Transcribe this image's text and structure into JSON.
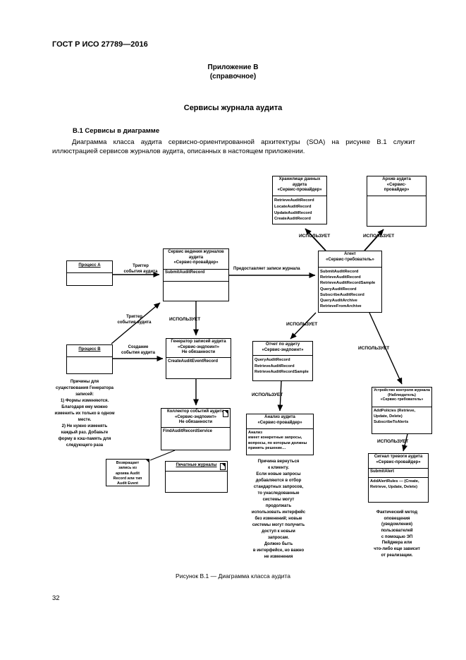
{
  "page": {
    "doc_code": "ГОСТ Р ИСО 27789—2016",
    "annex_heading": "Приложение В",
    "annex_type": "(справочное)",
    "title": "Сервисы журнала аудита",
    "section_heading": "В.1 Сервисы в диаграмме",
    "body_paragraph": "Диаграмма класса аудита сервисно-ориентированной архитектуры (SOA) на рисунке В.1 служит иллюстрацией сервисов журналов аудита, описанных в настоящем приложении.",
    "figure_caption": "Рисунок В.1 — Диаграмма класса аудита",
    "page_number": "32"
  },
  "diagram": {
    "labels": {
      "uses": "ИСПОЛЬЗУЕТ",
      "trigger_event": "Триггер\nсобытия аудита",
      "provides_records": "Предоставляет записи журнала",
      "create_event": "Создание\nсобытия аудита"
    },
    "boxes": {
      "repository": {
        "name": "Хранилище данных аудита",
        "stereotype": "«Сервис-провайдер»",
        "ops": "RetrieveAuditRecord\nLocateAuditRecord\nUpdateAuditRecord\nCreateAuditRecord"
      },
      "archive": {
        "name": "Архив аудита",
        "stereotype": "«Сервис-\nпровайдер»"
      },
      "log_service": {
        "name": "Сервис ведения журналов аудита",
        "stereotype": "«Сервис-провайдер»",
        "ops": "SubmitAuditRecord"
      },
      "agent": {
        "name": "Агент",
        "stereotype": "«Сервис-требователь»",
        "ops": "SubmitAuditRecord\nRetrieveAuditRecord\nRetrieveAuditRecordSample\nQueryAuditRecord\nSubscribeAuditRecord\nQueryAuditArchive\nRetrieveFromArchive"
      },
      "process_a": {
        "name": "Процесс А"
      },
      "process_b": {
        "name": "Процесс В"
      },
      "generator": {
        "name": "Генератор записей аудита",
        "stereotype": "«Сервис-эндпоинт»",
        "obligation": "Не обязанности",
        "ops": "CreateAuditEventRecord"
      },
      "report": {
        "name": "Отчет по аудиту",
        "stereotype": "«Сервис-эндпоинт»",
        "ops": "QueryAuditRecord\nRetrieveAuditRecord\nRetrieveAuditRecordSample"
      },
      "collector": {
        "name": "Коллектор событий аудита",
        "stereotype": "«Сервис-эндпоинт»",
        "obligation": "Не обязанности",
        "ops": "FindAuditRecordService"
      },
      "analysis": {
        "name": "Анализ аудита",
        "stereotype": "«Сервис-провайдер»",
        "ops": "Анализ\nимеет конкретные запросы,\nвопросы, по которым должны\nпринять решение…"
      },
      "monitor": {
        "name": "Устройство контроля журнала",
        "subtitle": "(Наблюдатель)",
        "stereotype": "«Сервис-требователь»",
        "ops": "AddPolicies (Retrieve,\nUpdate, Delete)\nSubscribeToAlerts"
      },
      "alert": {
        "name": "Сигнал тревоги аудита",
        "stereotype": "«Сервис-провайдер»",
        "ops_primary": "SubmitAlert",
        "ops_secondary": "AddAlertRules — (Create,\nRetrieve, Update, Delete)"
      },
      "log_artifact": {
        "name": "Печатные журналы"
      }
    },
    "notes": {
      "generator_reasons": "Причины для\nсуществования Генератора\nзаписей:\n1) Формы изменяются.\nБлагодаря ему можно\nизменить их только в одном\nместе.\n2) Не нужно изменять\nкаждый раз. Добавьте\nформу в кэш-память для\nследующего раза",
      "returns_record": "Возвращает\nзапись из\nархива Audit\nRecord или тип\nAudit Event",
      "client_reason": "Причина вернуться\nк клиенту.\nЕсли новые запросы\nдобавляются в отбор\nстандартных запросов,\nто унаследованные\nсистемы могут\nпродолжать\nиспользовать интерфейс\nбез изменений; новые\nсистемы могут получить\nдоступ к новым\nзапросам.\nДолжно быть\nв интерфейсе, но важно\nне изменения",
      "alert_method": "Фактический метод\nоповещения\n(уведомления)\nпользователей\nс помощью ЭП\nПейджера или\nчто-либо еще зависит\nот реализации."
    }
  }
}
